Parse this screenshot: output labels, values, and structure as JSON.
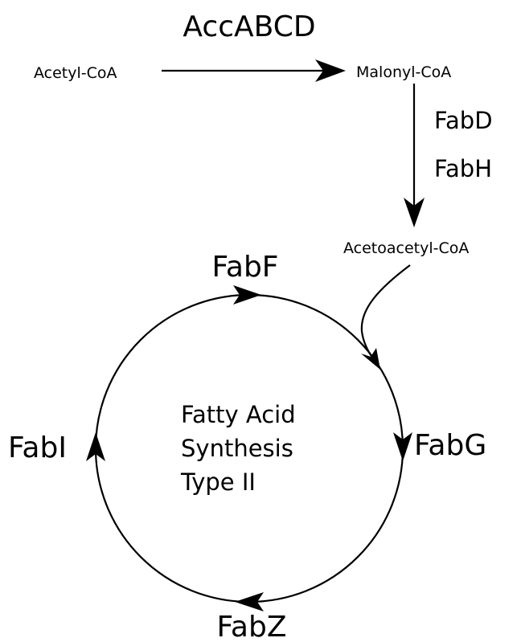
{
  "pathway": {
    "acc_enzyme": "AccABCD",
    "acetyl_coa": "Acetyl-CoA",
    "malonyl_coa": "Malonyl-CoA",
    "fabd": "FabD",
    "fabh": "FabH",
    "acetoacetyl_coa": "Acetoacetyl-CoA"
  },
  "cycle": {
    "center_line1": "Fatty Acid",
    "center_line2": "Synthesis",
    "center_line3": "Type II",
    "fabf": "FabF",
    "fabg": "FabG",
    "fabz": "FabZ",
    "fabi": "FabI"
  },
  "colors": {
    "stroke": "#000000",
    "background": "#ffffff"
  }
}
